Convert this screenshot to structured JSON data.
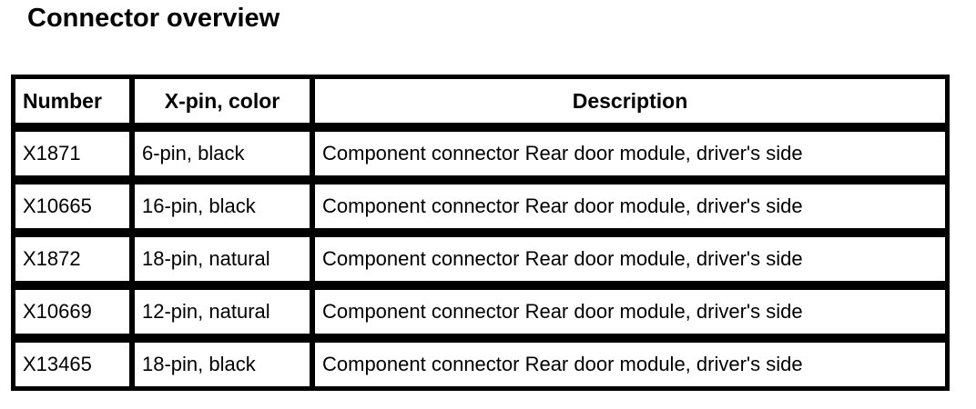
{
  "page_title": "Connector overview",
  "colors": {
    "border": "#000000",
    "background": "#ffffff",
    "text": "#000000"
  },
  "table": {
    "headers": [
      "Number",
      "X-pin, color",
      "Description"
    ],
    "rows": [
      {
        "number": "X1871",
        "pin_color": "6-pin, black",
        "description": "Component connector Rear door module, driver's side"
      },
      {
        "number": "X10665",
        "pin_color": "16-pin, black",
        "description": "Component connector Rear door module, driver's side"
      },
      {
        "number": "X1872",
        "pin_color": "18-pin, natural",
        "description": "Component connector Rear door module, driver's side"
      },
      {
        "number": "X10669",
        "pin_color": "12-pin, natural",
        "description": "Component connector Rear door module, driver's side"
      },
      {
        "number": "X13465",
        "pin_color": "18-pin, black",
        "description": "Component connector Rear door module, driver's side"
      }
    ]
  }
}
